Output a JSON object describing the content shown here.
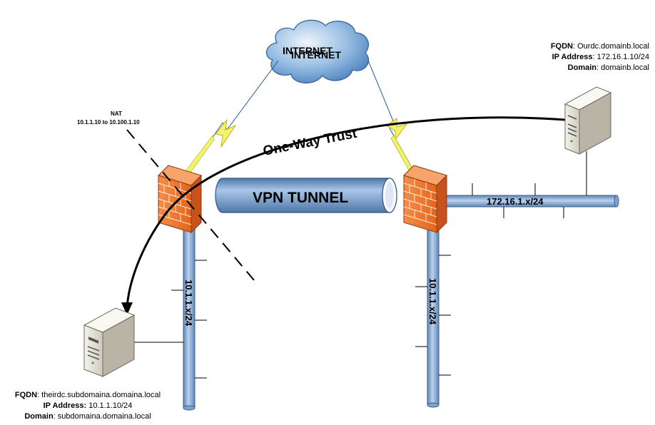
{
  "internet": {
    "label": "INTERNET",
    "label_shadow": "INTERNET"
  },
  "nat": {
    "title": "NAT",
    "detail": "10.1.1.10 to 10.100.1.10"
  },
  "trust_label": "One-Way Trust",
  "vpn_label": "VPN TUNNEL",
  "networks": {
    "left_vertical": "10.1.1.x/24",
    "right_vertical": "10.1.1.x/24",
    "right_horizontal": "172.16.1.x/24"
  },
  "left_server": {
    "fqdn_key": "FQDN",
    "fqdn_value": ": theirdc.subdomaina.domaina.local",
    "ip_key": "IP Address:",
    "ip_value": " 10.1.1.10/24",
    "domain_key": "Domain",
    "domain_value": ": subdomaina.domaina.local"
  },
  "right_server": {
    "fqdn_key": "FQDN",
    "fqdn_value": ": Ourdc.domainb.local",
    "ip_key": "IP Address",
    "ip_value": ": 172.16.1.10/24",
    "domain_key": "Domain",
    "domain_value": ": domainb.local"
  },
  "colors": {
    "pipe": "#8fb3d9",
    "pipe_dark": "#3c5f8a",
    "firewall": "#f07c33",
    "lightning": "#f3f36b",
    "cloud": "#6f9fd4"
  }
}
